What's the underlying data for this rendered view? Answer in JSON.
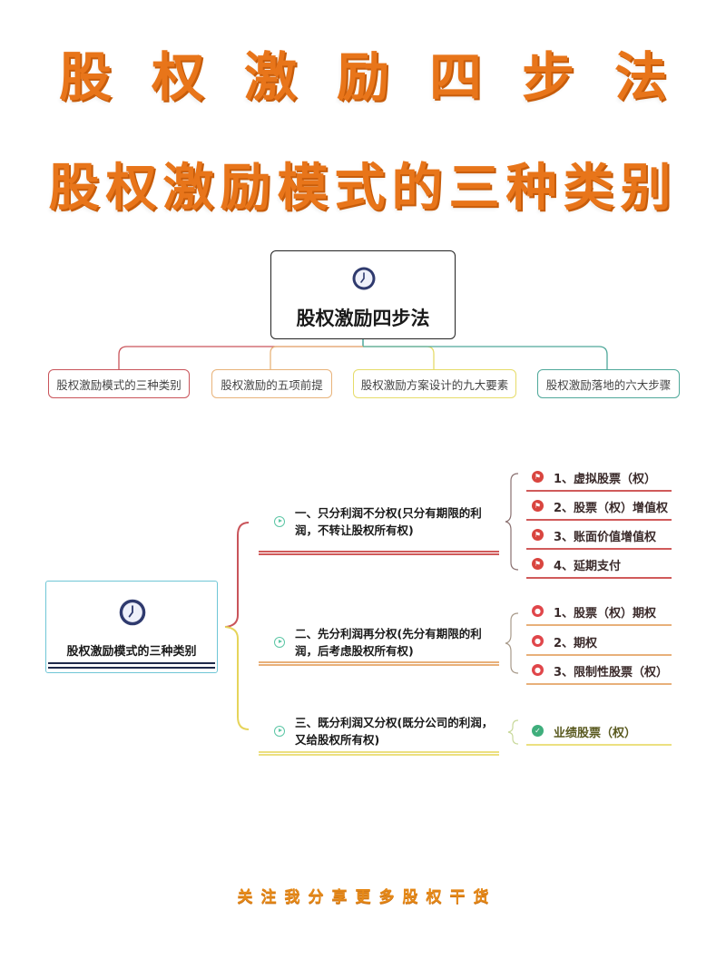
{
  "header": {
    "title_line1": "股权激励四步法",
    "title_line2": "股权激励模式的三种类别"
  },
  "top_map": {
    "root": {
      "icon": "clock-icon",
      "label": "股权激励四步法"
    },
    "branches": [
      {
        "label": "股权激励模式的三种类别",
        "color": "#c9545a"
      },
      {
        "label": "股权激励的五项前提",
        "color": "#e8b37a"
      },
      {
        "label": "股权激励方案设计的九大要素",
        "color": "#e6dc6a"
      },
      {
        "label": "股权激励落地的六大步骤",
        "color": "#4fa89a"
      }
    ]
  },
  "detail_map": {
    "root": {
      "icon": "clock-icon",
      "label": "股权激励模式的三种类别",
      "border_color": "#6fc6d6"
    },
    "categories": [
      {
        "icon": "play-circle-icon",
        "label": "一、只分利润不分权(只分有期限的利润，不转让股权所有权)",
        "color": "#d05a5a",
        "items": [
          {
            "icon": "flag-icon",
            "label": "1、虚拟股票（权）"
          },
          {
            "icon": "flag-icon",
            "label": "2、股票（权）增值权"
          },
          {
            "icon": "flag-icon",
            "label": "3、账面价值增值权"
          },
          {
            "icon": "flag-icon",
            "label": "4、延期支付"
          }
        ]
      },
      {
        "icon": "play-circle-icon",
        "label": "二、先分利润再分权(先分有期限的利润，后考虑股权所有权)",
        "color": "#e8b07a",
        "items": [
          {
            "icon": "user-icon",
            "label": "1、股票（权）期权"
          },
          {
            "icon": "user-icon",
            "label": "2、期权"
          },
          {
            "icon": "user-icon",
            "label": "3、限制性股票（权）"
          }
        ]
      },
      {
        "icon": "play-circle-icon",
        "label": "三、既分利润又分权(既分公司的利润，又给股权所有权)",
        "color": "#ece080",
        "items": [
          {
            "icon": "check-circle-icon",
            "label": "业绩股票（权）"
          }
        ]
      }
    ]
  },
  "footer": {
    "text": "关注我分享更多股权干货"
  },
  "colors": {
    "title_orange": "#e8751a",
    "flag_red": "#d9453f",
    "check_green": "#3fae7c"
  }
}
